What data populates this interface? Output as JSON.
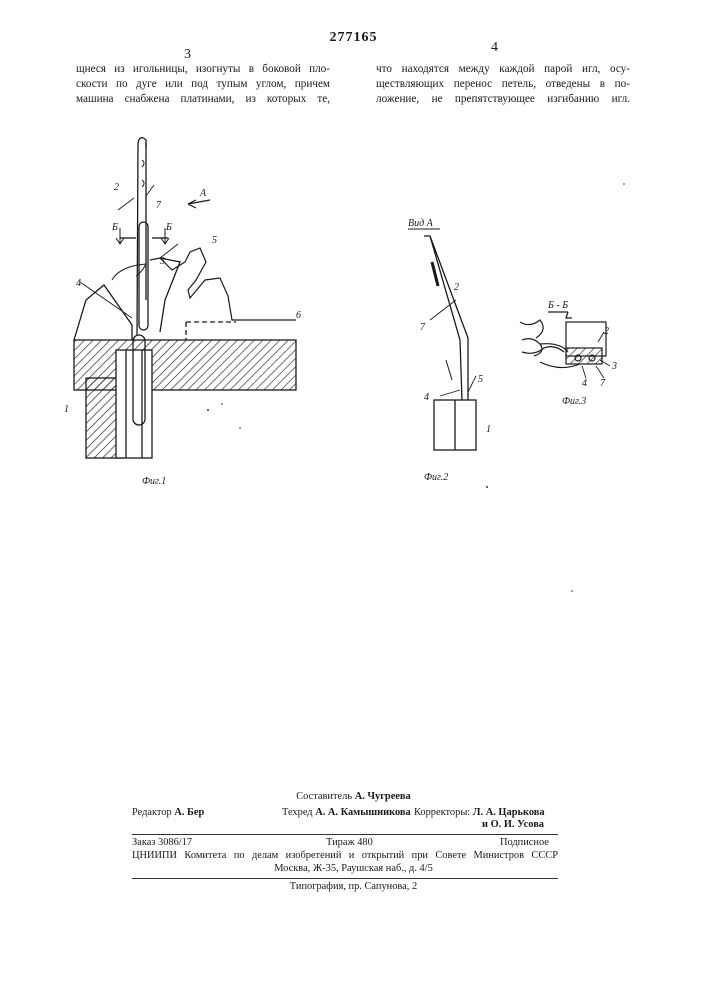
{
  "header": {
    "patent_number": "277165",
    "col_left": "3",
    "col_right": "4"
  },
  "text": {
    "left": [
      "щнеся из игольницы, изогнуты в боковой пло-",
      "скости по дуге или под тупым углом, причем",
      "машина снабжена платинами, из которых те,"
    ],
    "right": [
      "что находятся между каждой парой игл, осу-",
      "ществляющих перенос петель, отведены в по-",
      "ложение, не препятствующее изгибанию игл."
    ]
  },
  "fig1": {
    "caption": "Фиг.1",
    "arrow": "A",
    "section_left": "Б",
    "section_right": "Б",
    "labels": [
      "2",
      "7",
      "3",
      "4",
      "5",
      "6",
      "1"
    ]
  },
  "fig2": {
    "caption": "Фиг.2",
    "view": "Вид А",
    "labels": [
      "2",
      "7",
      "4",
      "5",
      "1"
    ]
  },
  "fig3": {
    "caption": "Фиг.3",
    "section": "Б - Б",
    "labels": [
      "2",
      "3",
      "4",
      "7"
    ]
  },
  "footer": {
    "compiler_label": "Составитель",
    "compiler": "А. Чугреева",
    "editor_label": "Редактор",
    "editor": "А. Бер",
    "techred_label": "Техред",
    "techred": "А. А. Камышникова",
    "correctors_label": "Корректоры:",
    "corrector1": "Л. А. Царькова",
    "corrector2": "и О. И. Усова",
    "order": "Заказ 3086/17",
    "circulation": "Тираж 480",
    "subscription": "Подписное",
    "org_line1": "ЦНИИПИ Комитета по делам изобретений и открытий при Совете Министров СССР",
    "org_line2": "Москва, Ж-35, Раушская наб., д. 4/5",
    "printer": "Типография, пр. Сапунова, 2"
  }
}
